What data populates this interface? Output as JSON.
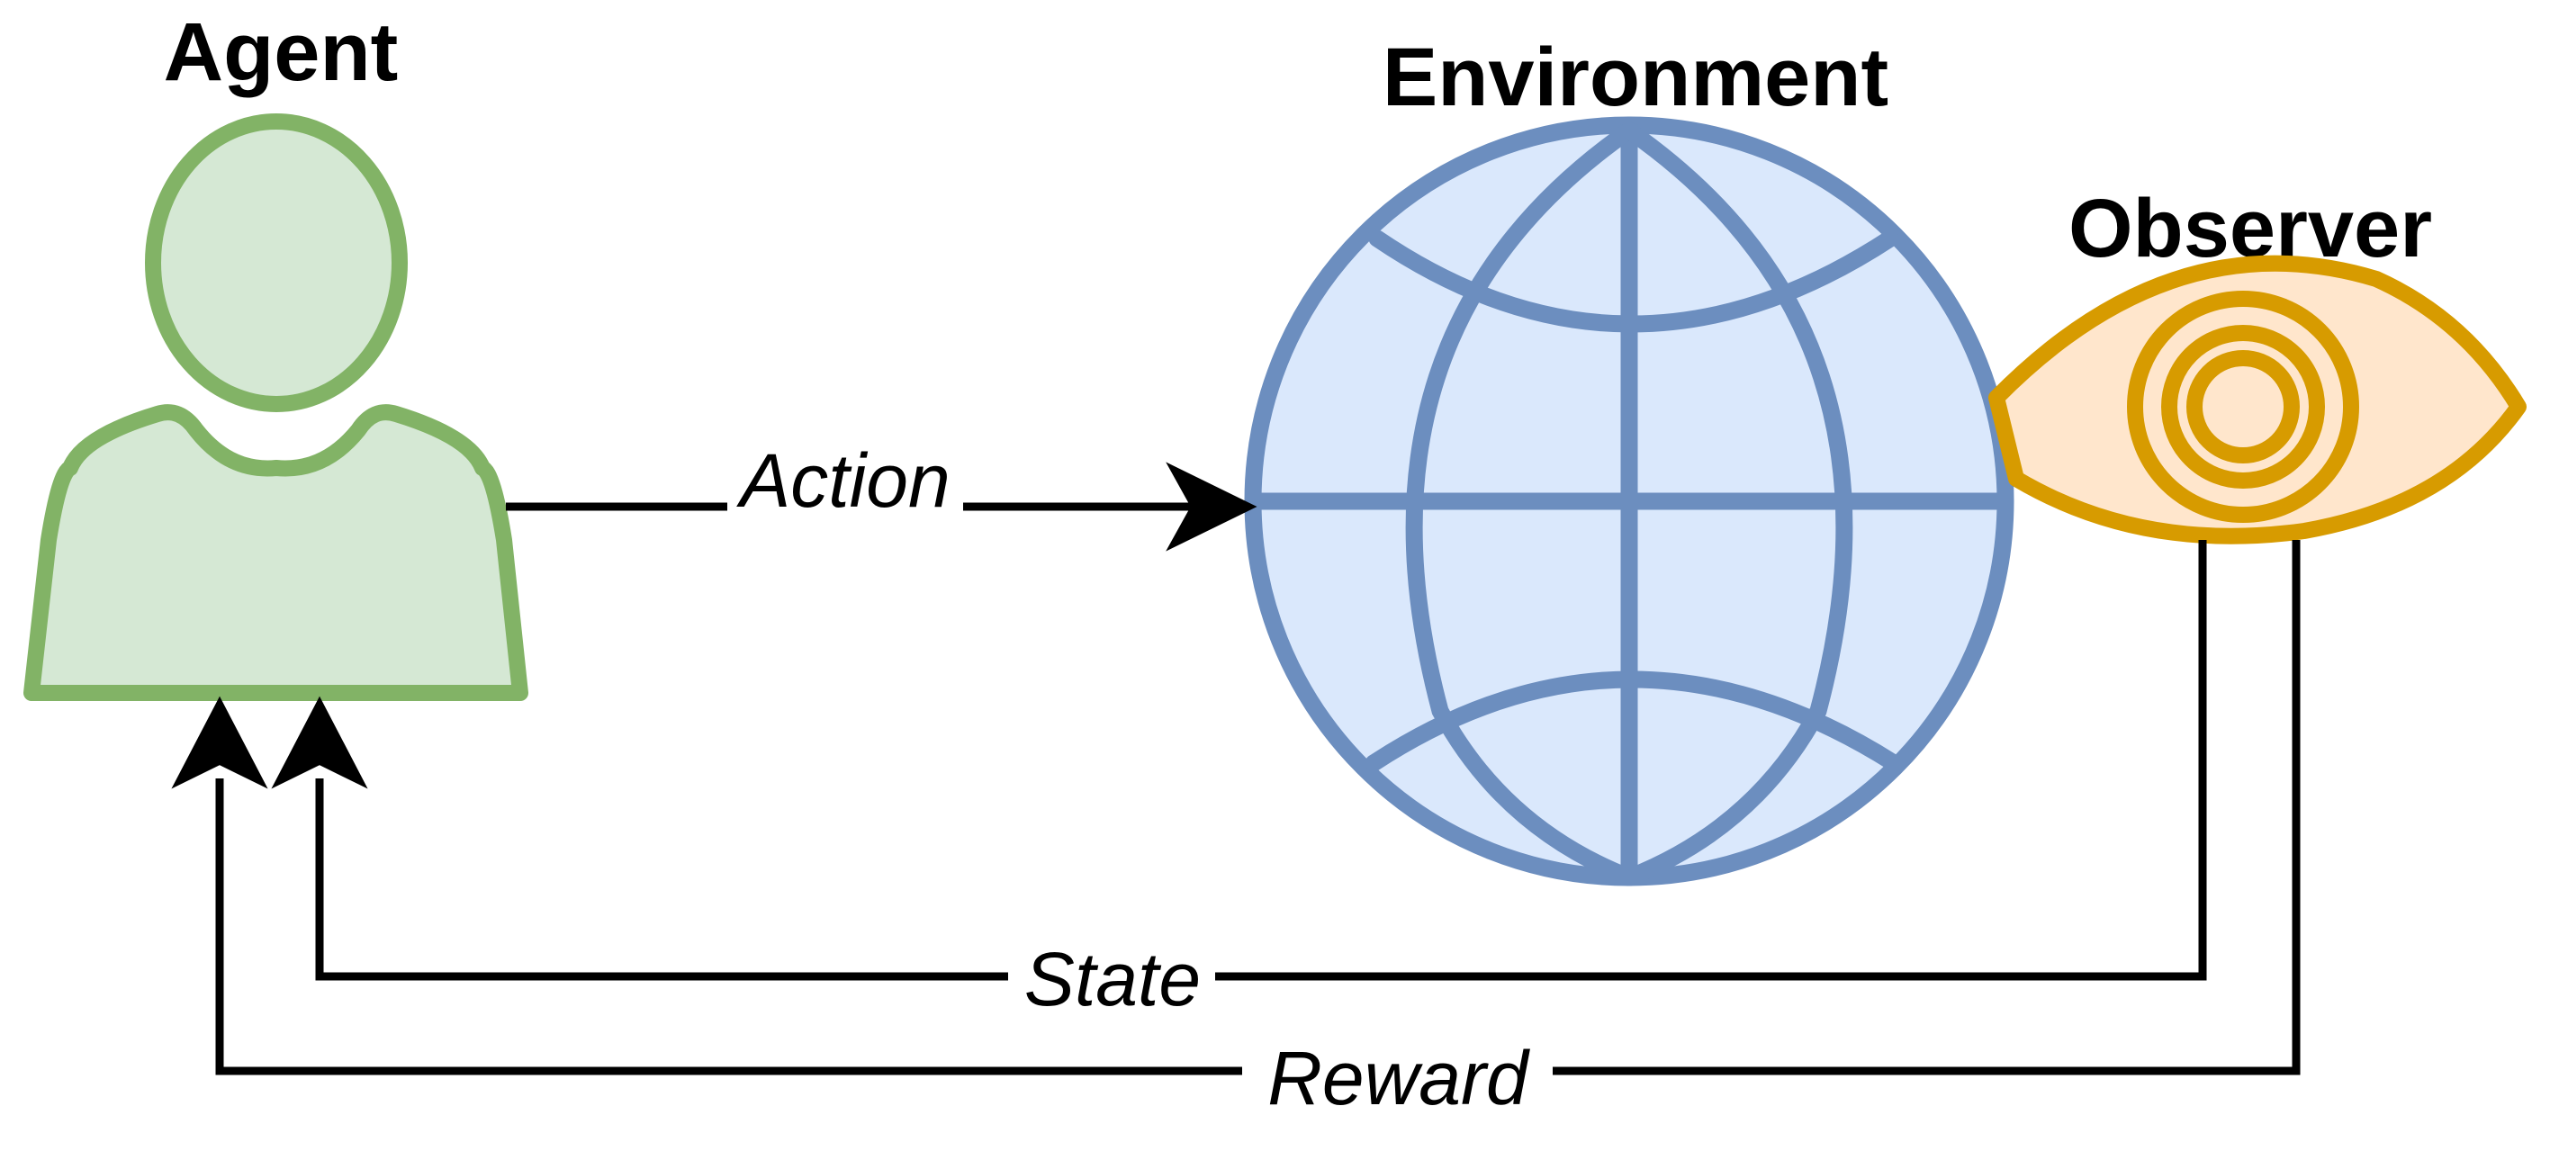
{
  "diagram": {
    "nodes": {
      "agent": {
        "title": "Agent",
        "fill": "#d5e8d4",
        "stroke": "#82b366"
      },
      "environment": {
        "title": "Environment",
        "fill": "#dae8fc",
        "stroke": "#6c8ebf"
      },
      "observer": {
        "title": "Observer",
        "fill": "#ffe6cc",
        "stroke": "#d79b00"
      }
    },
    "edges": {
      "action": {
        "label": "Action"
      },
      "state": {
        "label": "State"
      },
      "reward": {
        "label": "Reward"
      }
    },
    "edge_color": "#000000",
    "icons": {
      "agent": "user-icon",
      "environment": "globe-icon",
      "observer": "eye-icon"
    }
  }
}
